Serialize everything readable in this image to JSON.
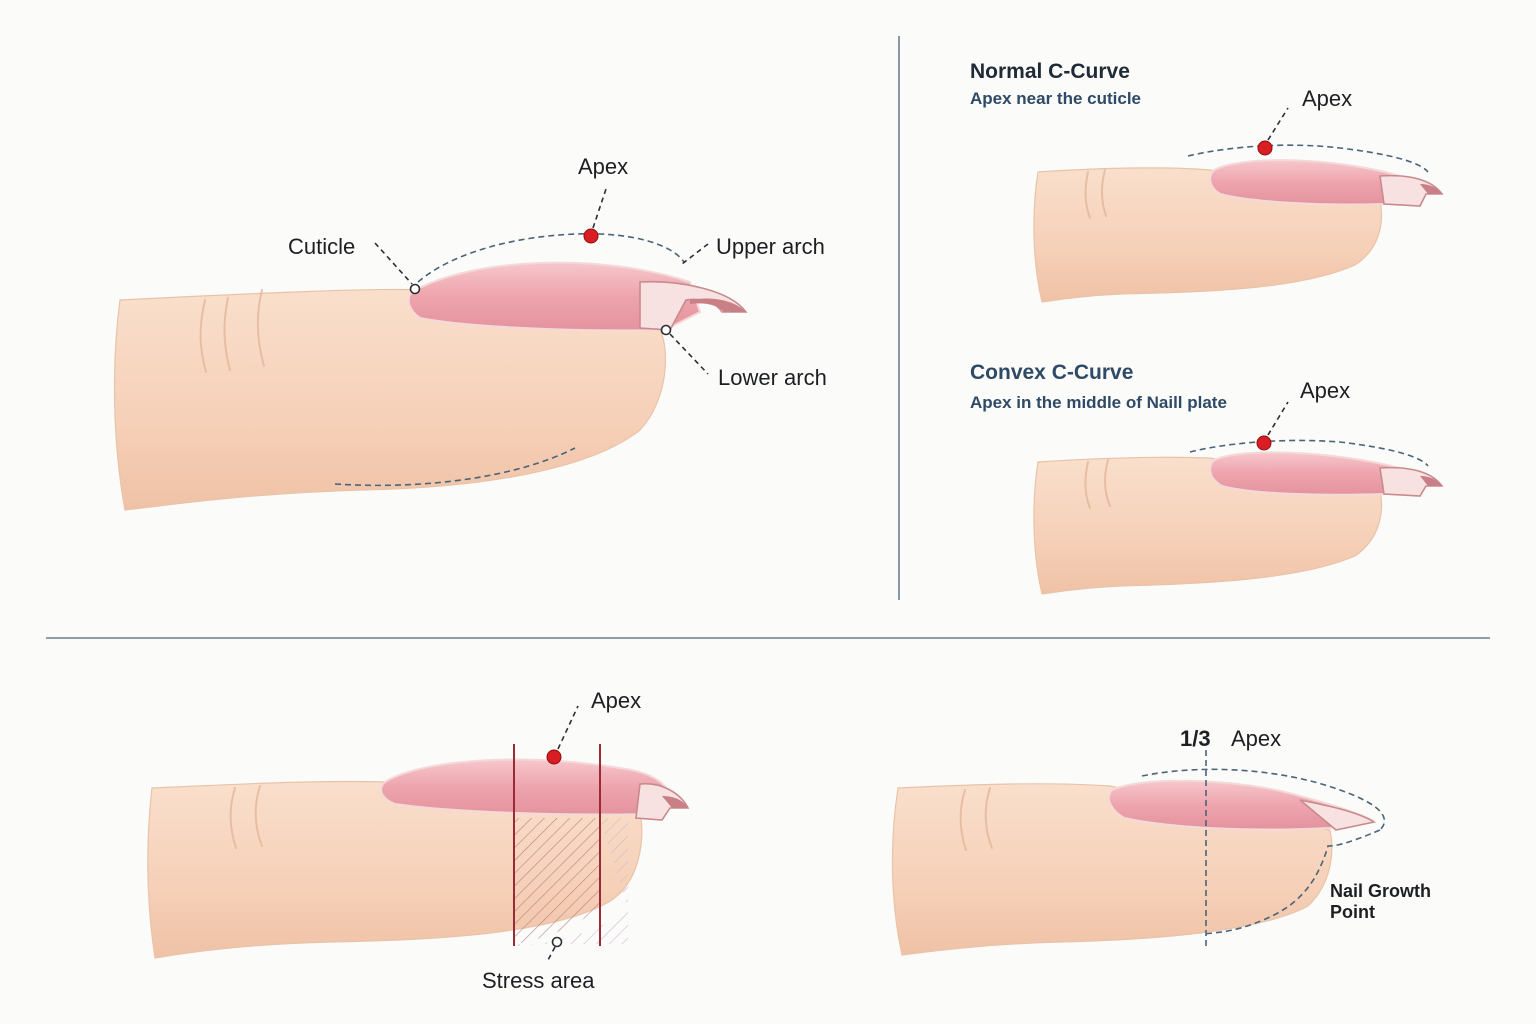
{
  "main": {
    "apex_label": "Apex",
    "cuticle_label": "Cuticle",
    "upper_arch_label": "Upper arch",
    "lower_arch_label": "Lower arch"
  },
  "normal": {
    "title": "Normal C-Curve",
    "subtitle": "Apex near the cuticle",
    "apex_label": "Apex"
  },
  "convex": {
    "title": "Convex C-Curve",
    "subtitle": "Apex in the middle of Naill plate",
    "apex_label": "Apex"
  },
  "stress": {
    "apex_label": "Apex",
    "stress_label": "Stress area"
  },
  "growth": {
    "fraction_label": "1/3",
    "apex_label": "Apex",
    "growth_label_line1": "Nail Growth",
    "growth_label_line2": "Point"
  },
  "colors": {
    "skin": "#f6d3bd",
    "nail": "#eea4ad",
    "apex_dot": "#d81e22",
    "title_dark": "#1f2a36",
    "subtitle_blue": "#2f4a66",
    "stress_red": "#9a2a35"
  }
}
